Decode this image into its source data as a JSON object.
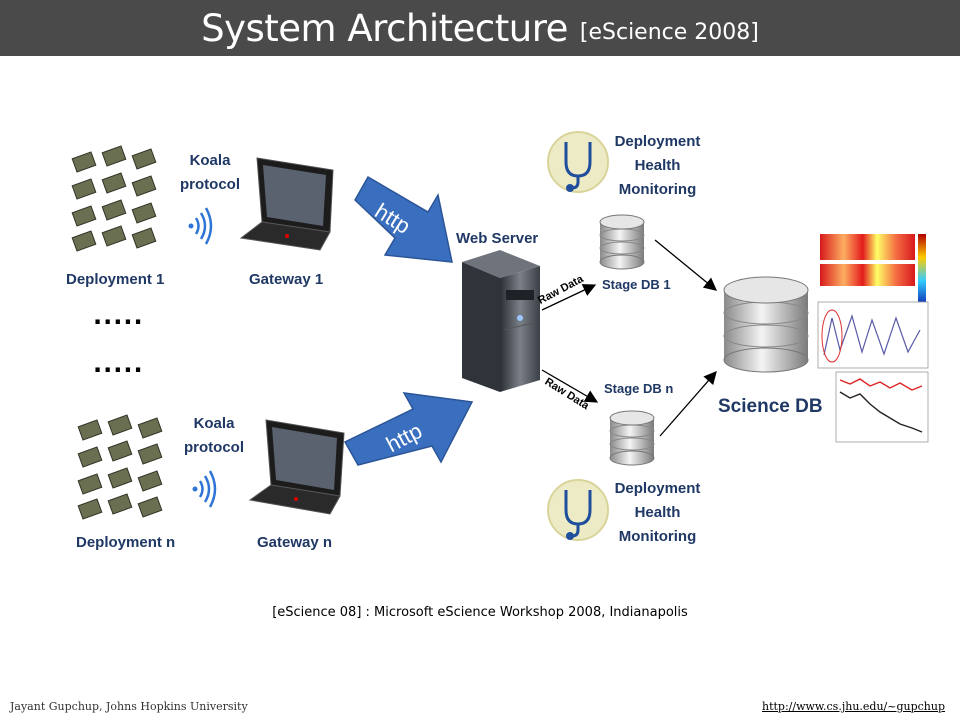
{
  "slide": {
    "title": "System Architecture",
    "title_tag": "[eScience 2008]"
  },
  "left": {
    "deployment_1": "Deployment 1",
    "deployment_n": "Deployment n",
    "protocol_1": "Koala protocol",
    "protocol_2": "Koala protocol",
    "gateway_1": "Gateway 1",
    "gateway_n": "Gateway n",
    "ellipsis_1": ".....",
    "ellipsis_2": "....."
  },
  "middle": {
    "http_top": "http",
    "http_bottom": "http",
    "web_server": "Web Server",
    "raw_data_top": "Raw Data",
    "raw_data_bottom": "Raw Data"
  },
  "right": {
    "monitoring_top": [
      "Deployment",
      "Health",
      "Monitoring"
    ],
    "monitoring_bottom": [
      "Deployment",
      "Health",
      "Monitoring"
    ],
    "stage_db_1": "Stage DB 1",
    "stage_db_n": "Stage DB n",
    "science_db": "Science DB"
  },
  "citation": "[eScience 08] : Microsoft eScience Workshop 2008, Indianapolis",
  "footer": {
    "author": "Jayant Gupchup, Johns Hopkins University",
    "url": "http://www.cs.jhu.edu/~gupchup"
  },
  "colors": {
    "title_bar": "#4a4a4a",
    "label_blue": "#1f3864",
    "http_arrow": "#3a6fbf",
    "monitor_circle": "#ecebc5"
  }
}
